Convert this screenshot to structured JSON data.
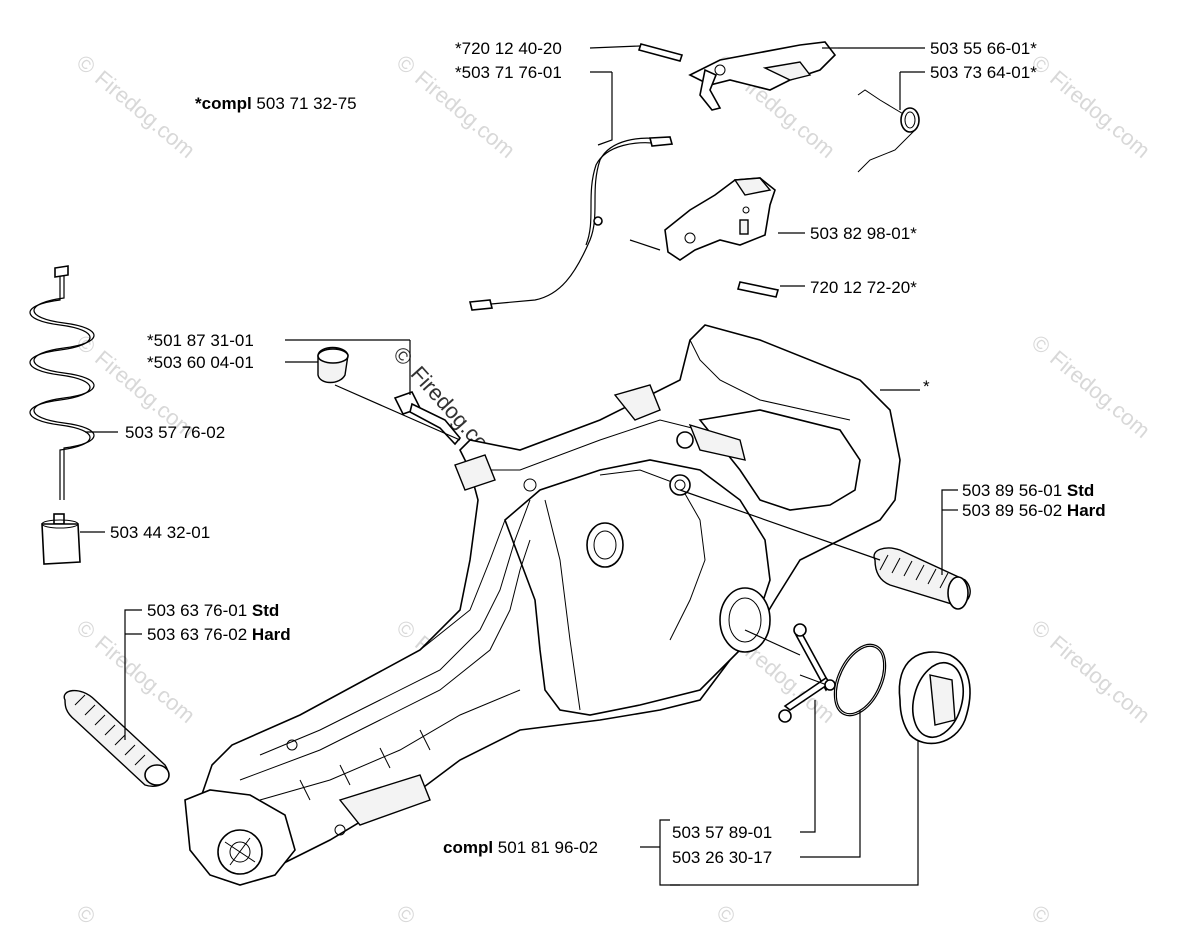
{
  "labels": {
    "l1": "*720 12 40-20",
    "l2": "*503 71 76-01",
    "l3": "503 55 66-01*",
    "l4": "503 73 64-01*",
    "compl_top_prefix": "*compl",
    "compl_top_value": " 503 71 32-75",
    "l5": "503 82 98-01*",
    "l6": "720 12 72-20*",
    "l7": "*501 87 31-01",
    "l8": "*503 60 04-01",
    "l9": "*",
    "l10": "503 57 76-02",
    "l11": "503 89 56-01",
    "l11_suffix": " Std",
    "l12": "503 89 56-02",
    "l12_suffix": " Hard",
    "l13": "503 44 32-01",
    "l14": "503 63 76-01",
    "l14_suffix": " Std",
    "l15": "503 63 76-02",
    "l15_suffix": " Hard",
    "l16": "503 57 89-01",
    "l17": "503 26 30-17",
    "compl_bottom_prefix": "compl",
    "compl_bottom_value": " 501 81 96-02"
  },
  "watermark": {
    "text": "Firedog.com",
    "symbol": "©"
  }
}
